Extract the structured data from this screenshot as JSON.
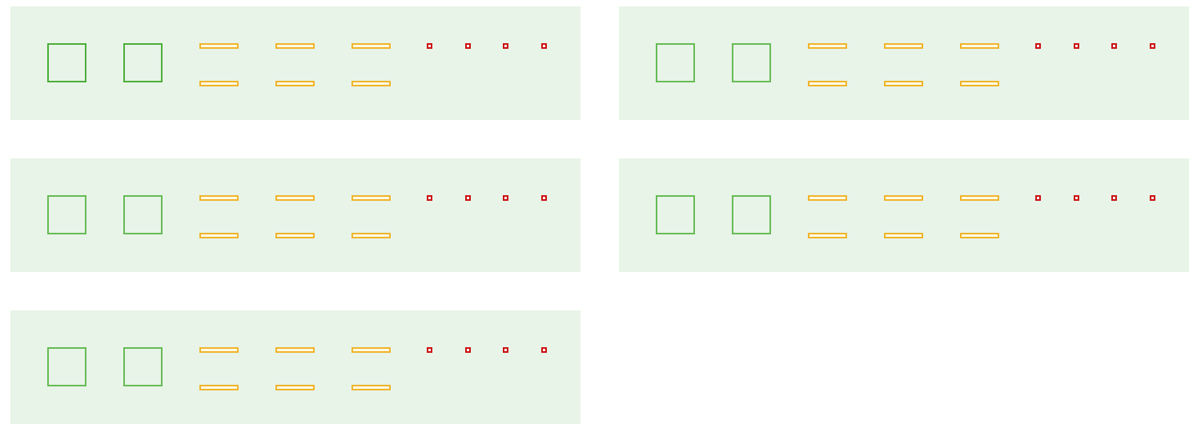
{
  "colors": {
    "background": "#ffffff",
    "panel_fill": "#e8f4e8",
    "square_stroke": "#5cb85c",
    "bar_stroke": "#f0b429",
    "bar_fill": "#fffbe6",
    "dot_stroke": "#cc1111"
  },
  "panels": [
    {
      "id": "panel-1",
      "square_stroke": "#4cae3a"
    },
    {
      "id": "panel-2",
      "square_stroke": "#66bb55"
    },
    {
      "id": "panel-3",
      "square_stroke": "#66bb55"
    },
    {
      "id": "panel-4",
      "square_stroke": "#66bb55"
    },
    {
      "id": "panel-5",
      "square_stroke": "#66bb55"
    }
  ],
  "panel_content": {
    "squares_per_panel": 2,
    "bars_row1": 3,
    "bars_row2": 3,
    "dots_per_panel": 4
  }
}
